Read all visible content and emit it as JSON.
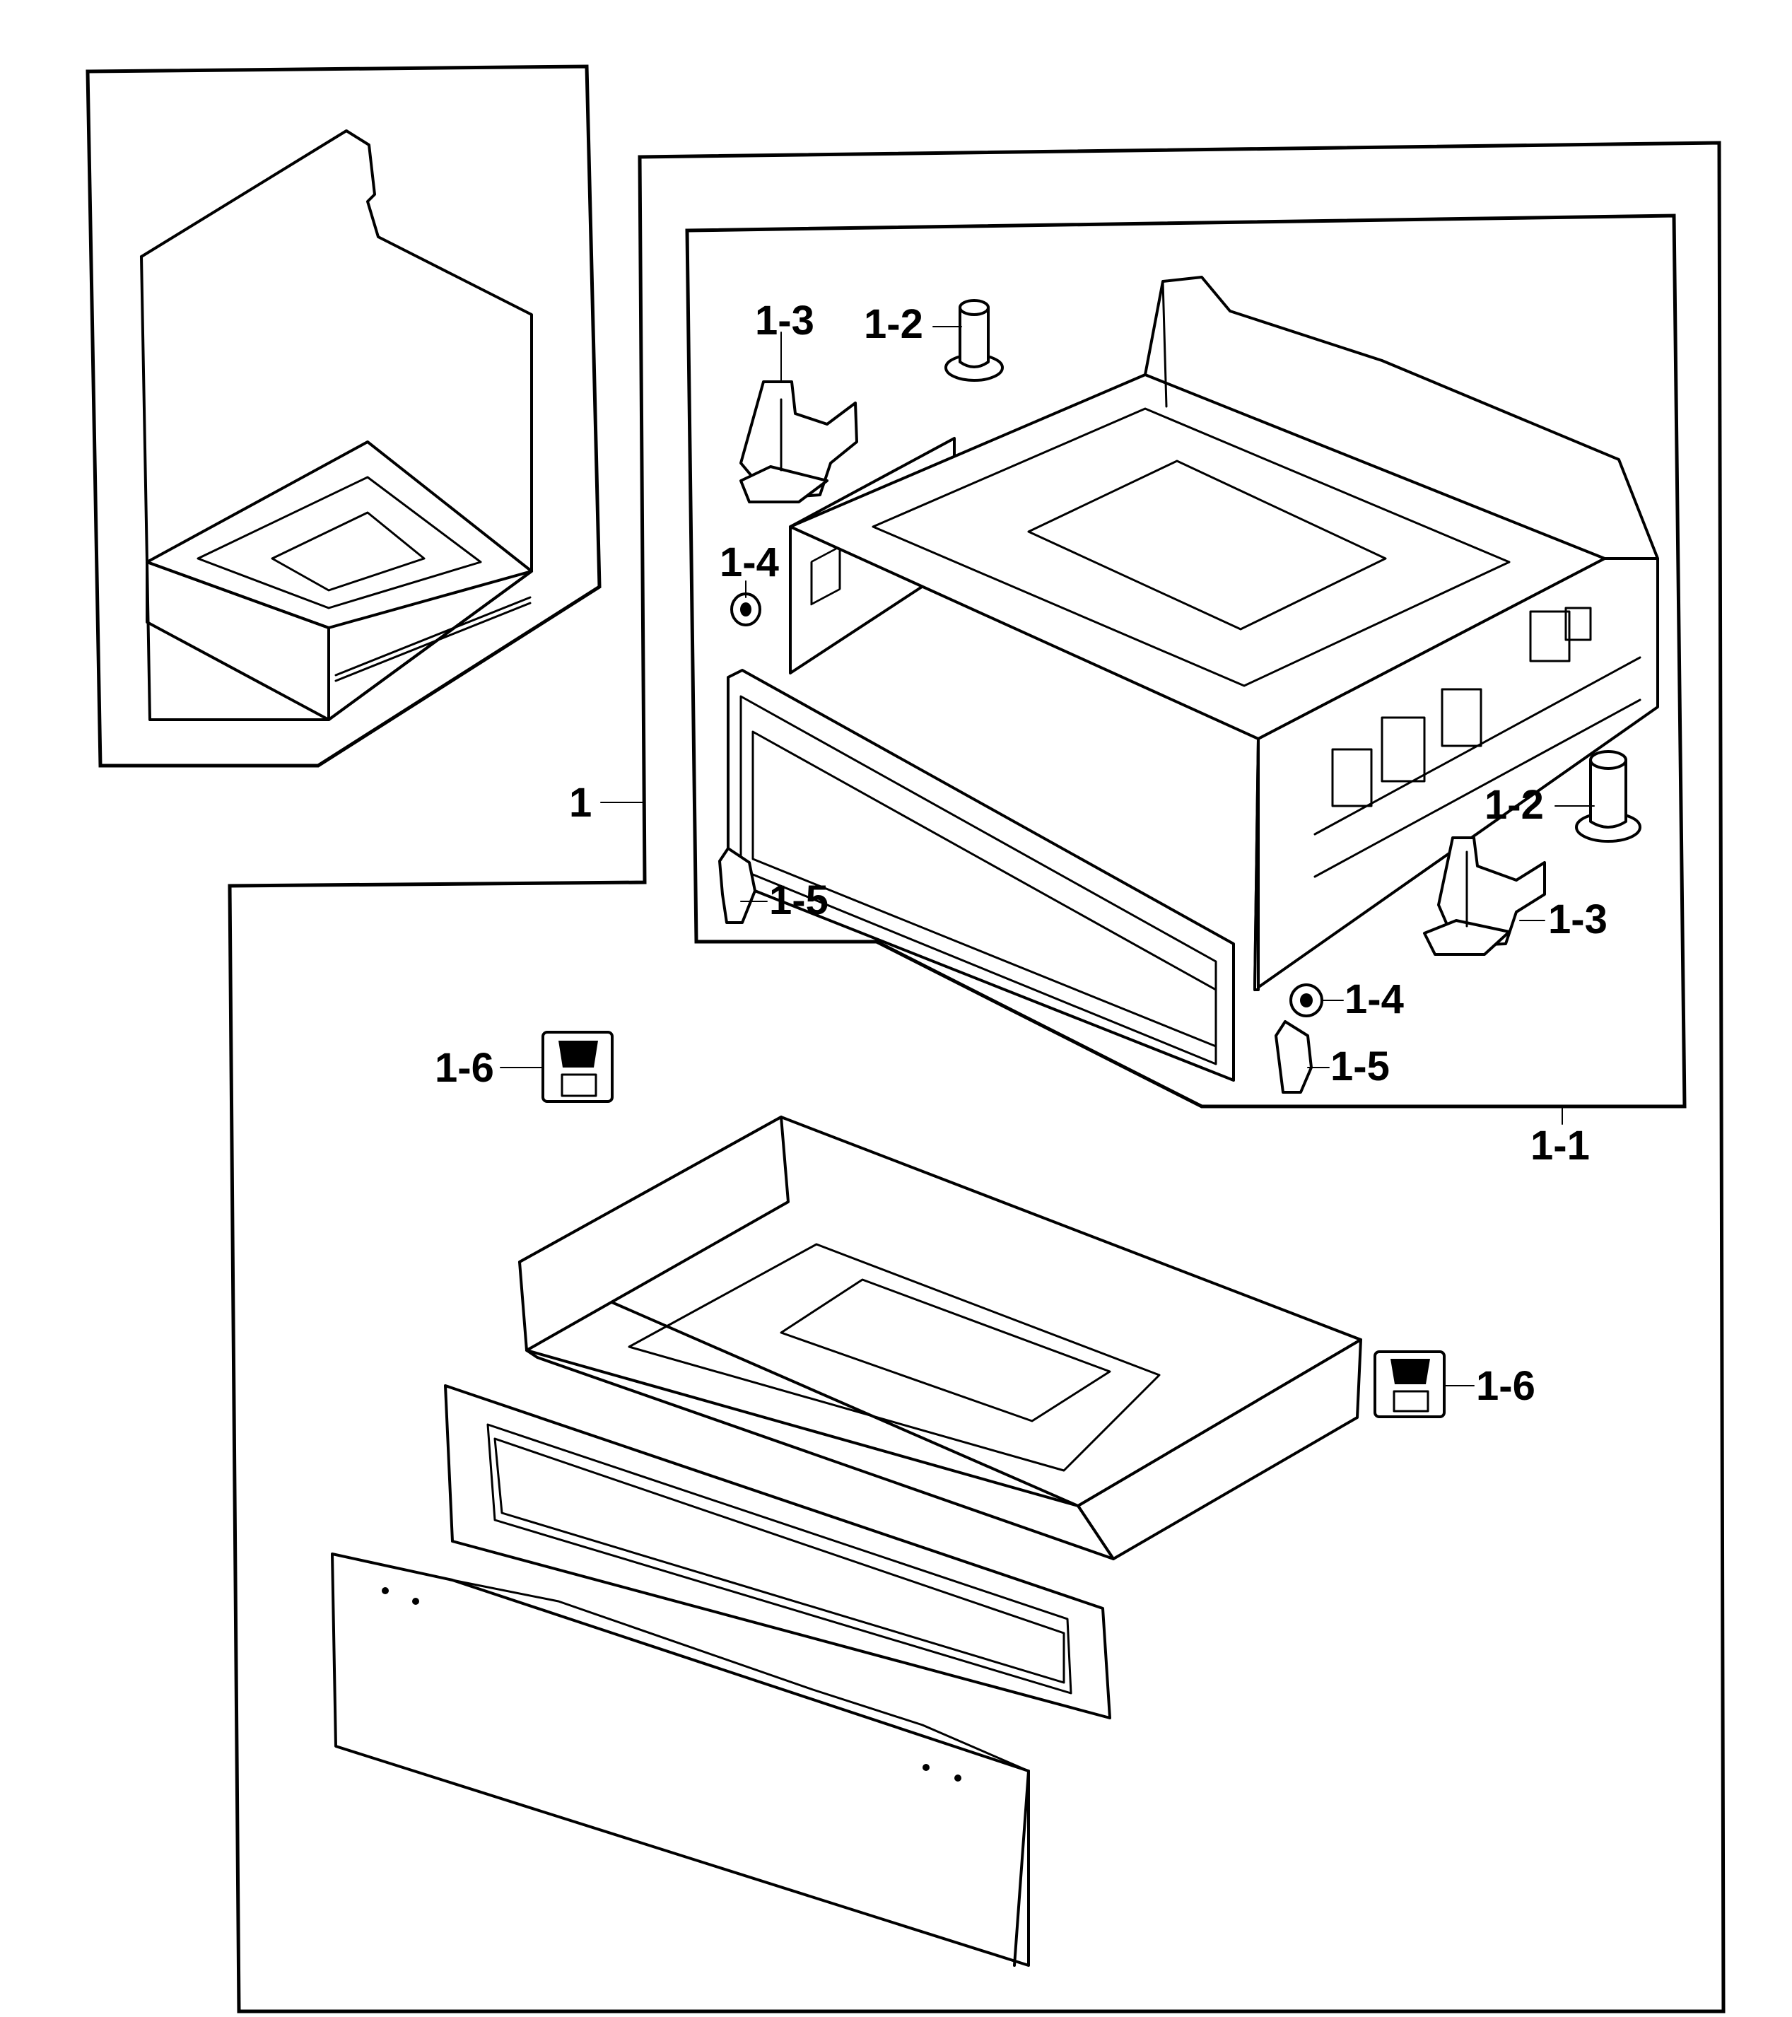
{
  "diagram": {
    "labels": {
      "assembly": "1",
      "cabinet_assembly": "1-1",
      "roller_upper": "1-2",
      "roller_right": "1-2",
      "bracket_upper": "1-3",
      "bracket_right": "1-3",
      "washer_left": "1-4",
      "washer_right": "1-4",
      "clip_left": "1-5",
      "clip_right": "1-5",
      "stopper_left": "1-6",
      "stopper_right": "1-6"
    }
  }
}
